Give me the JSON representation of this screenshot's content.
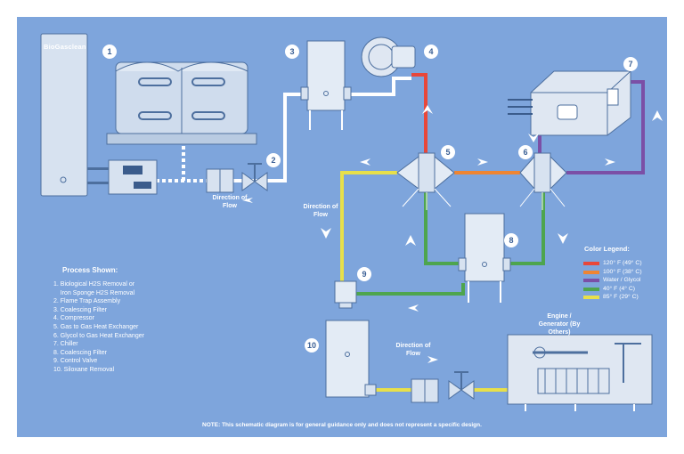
{
  "brand": "BioGasclean",
  "flow_label": "Direction of Flow",
  "step_numbers": [
    "1",
    "2",
    "3",
    "4",
    "5",
    "6",
    "7",
    "8",
    "9",
    "10"
  ],
  "process": {
    "heading": "Process Shown:",
    "steps": [
      "1. Biological H2S Removal or",
      "    Iron Sponge H2S Removal",
      "2. Flame Trap Assembly",
      "3. Coalescing Filter",
      "4. Compressor",
      "5. Gas to Gas Heat Exchanger",
      "6. Glycol to Gas Heat Exchanger",
      "7. Chiller",
      "8. Coalescing Filter",
      "9. Control Valve",
      "10. Siloxane Removal"
    ]
  },
  "legend": {
    "title": "Color Legend:",
    "items": [
      {
        "label": "120° F (49° C)",
        "color": "#e8473a"
      },
      {
        "label": "100° F (38° C)",
        "color": "#ee8533"
      },
      {
        "label": "Water / Glycol",
        "color": "#7b4fa6"
      },
      {
        "label": "40° F (4° C)",
        "color": "#4ea54e"
      },
      {
        "label": "85° F (29° C)",
        "color": "#e8e04a"
      }
    ]
  },
  "engine_label": "Engine / Generator (By Others)",
  "note": "NOTE: This schematic diagram is for general guidance only and does not represent a specific design.",
  "colors": {
    "panel": "#7ea5dc",
    "line_white": "#ffffff",
    "line_hot": "#e8473a",
    "line_warm": "#ee8533",
    "line_glycol": "#7b4fa6",
    "line_cold": "#4ea54e",
    "line_mid": "#e8e04a"
  }
}
